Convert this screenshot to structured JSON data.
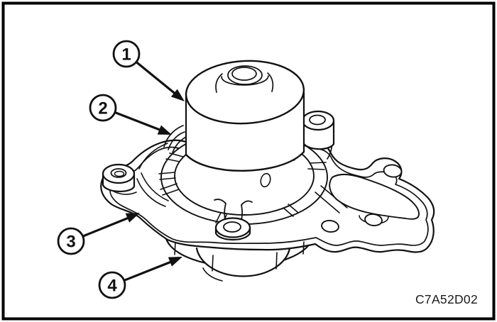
{
  "figure": {
    "code": "C7A52D02",
    "callouts": [
      {
        "label": "1"
      },
      {
        "label": "2"
      },
      {
        "label": "3"
      },
      {
        "label": "4"
      }
    ],
    "colors": {
      "line": "#111111",
      "background": "#ffffff",
      "border": "#000000"
    }
  }
}
